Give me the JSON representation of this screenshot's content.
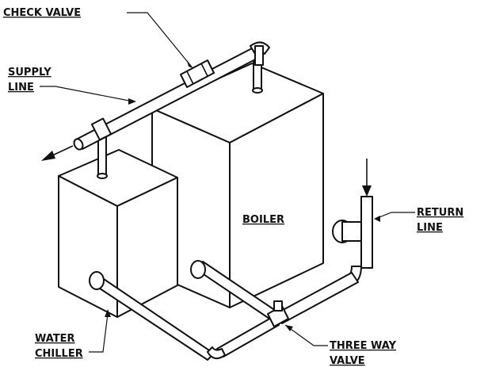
{
  "labels": {
    "check_valve": "CHECK VALVE",
    "supply_line_1": "SUPPLY",
    "supply_line_2": "LINE",
    "boiler": "BOILER",
    "return_line_1": "RETURN",
    "return_line_2": "LINE",
    "water_chiller_1": "WATER",
    "water_chiller_2": "CHILLER",
    "three_way_valve_1": "THREE WAY",
    "three_way_valve_2": "VALVE"
  },
  "colors": {
    "ink": "#111111",
    "paper": "#ffffff"
  }
}
